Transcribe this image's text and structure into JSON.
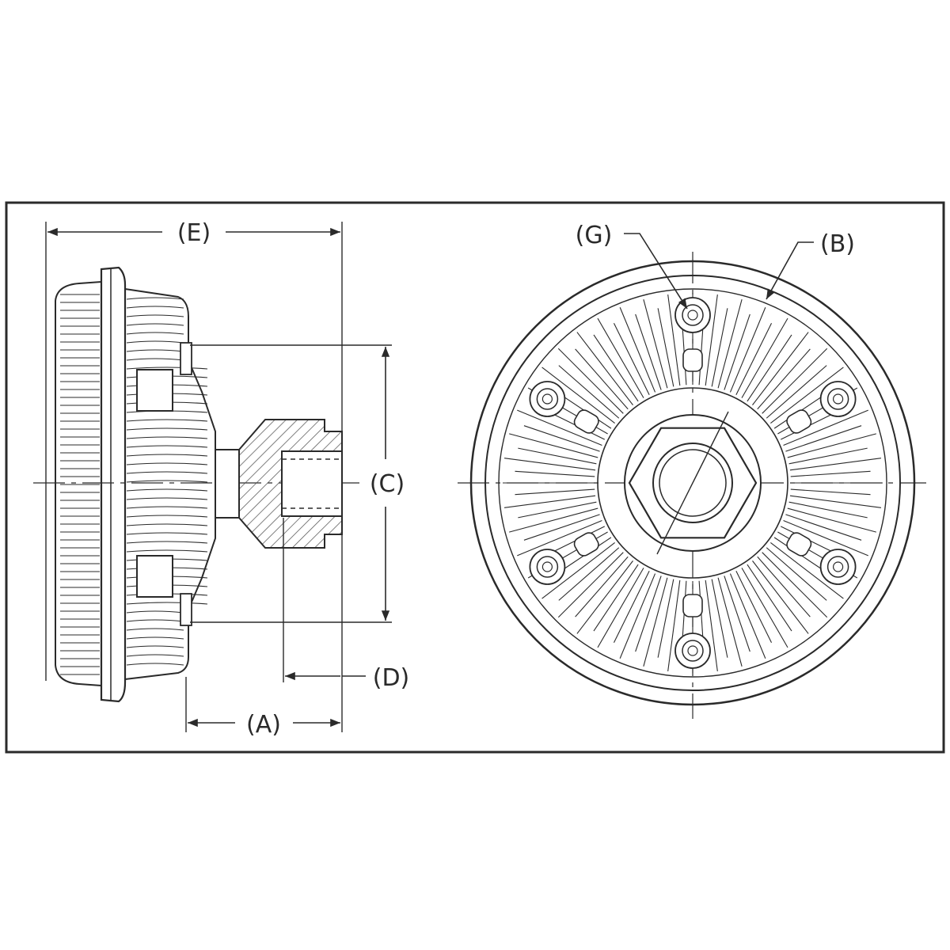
{
  "labels": {
    "E": "(E)",
    "A": "(A)",
    "C": "(C)",
    "D": "(D)",
    "G": "(G)",
    "B": "(B)"
  },
  "colors": {
    "line": "#2a2a2a",
    "hatch": "#555555",
    "background": "#ffffff"
  }
}
